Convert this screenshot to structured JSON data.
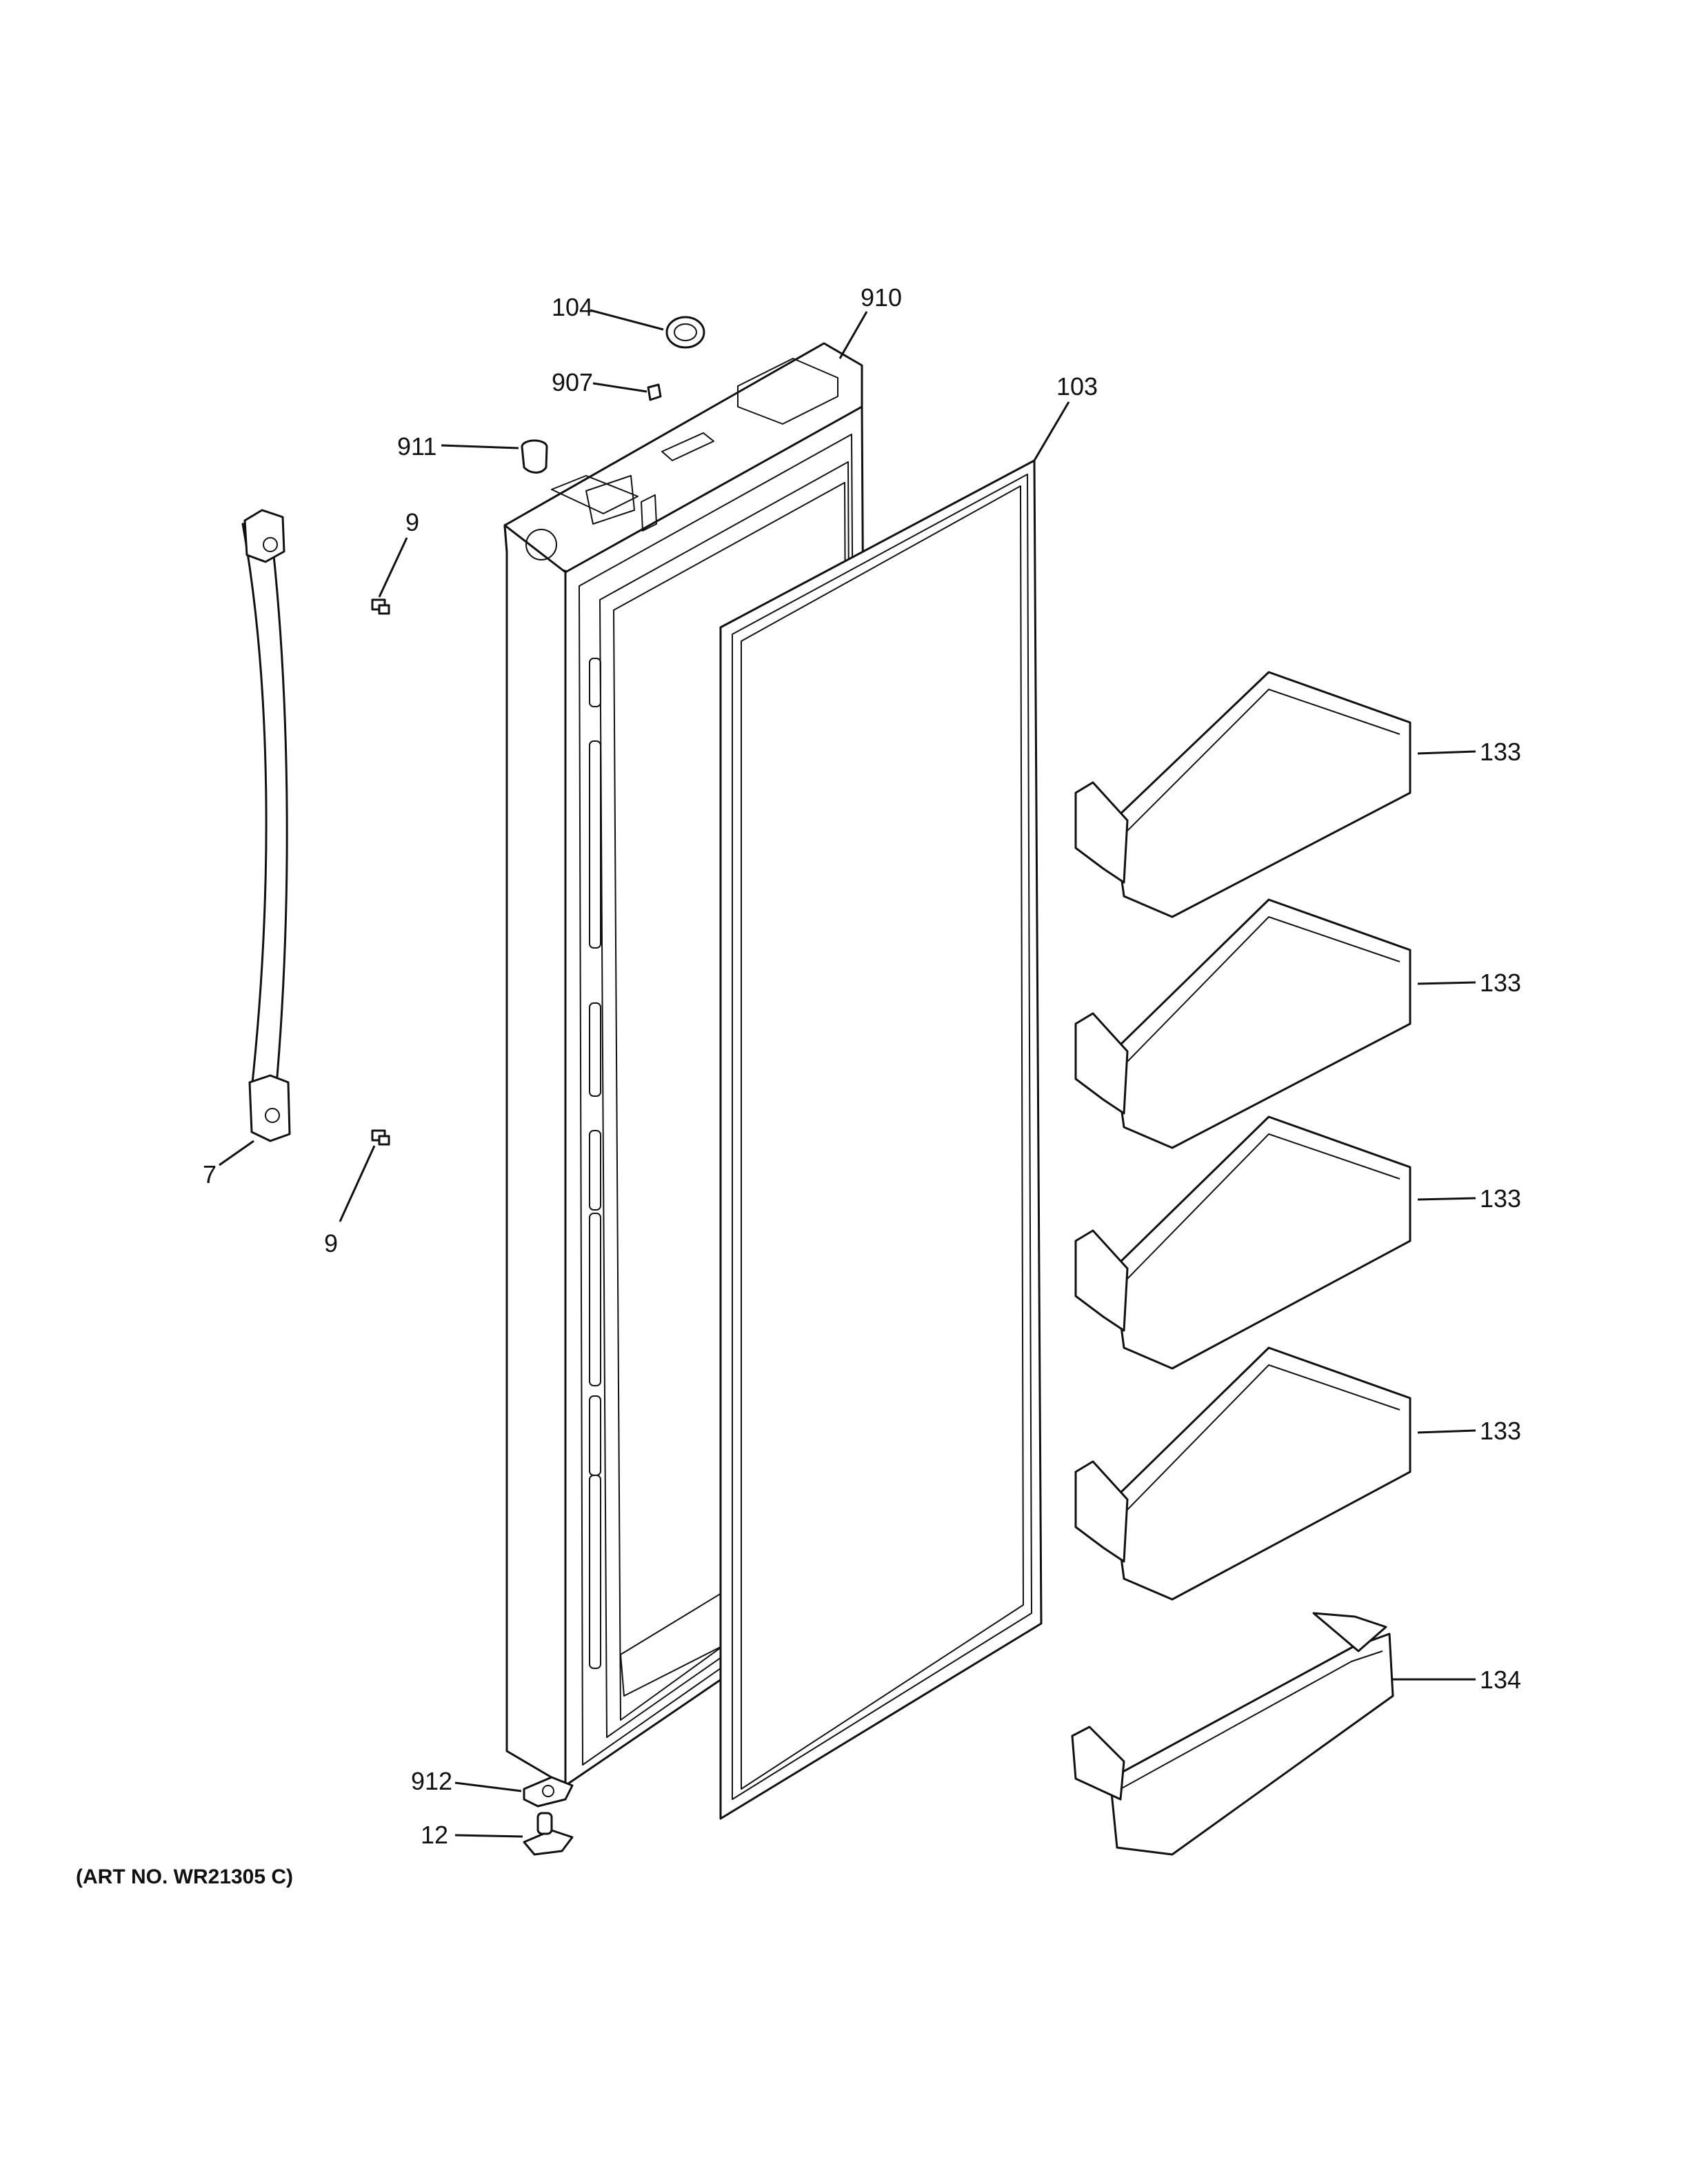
{
  "callouts": {
    "c104": "104",
    "c910": "910",
    "c907": "907",
    "c103": "103",
    "c911": "911",
    "c9_top": "9",
    "c9_bottom": "9",
    "c7": "7",
    "c133_1": "133",
    "c133_2": "133",
    "c133_3": "133",
    "c133_4": "133",
    "c134": "134",
    "c912": "912",
    "c12": "12"
  },
  "art_number": "(ART NO. WR21305 C)"
}
